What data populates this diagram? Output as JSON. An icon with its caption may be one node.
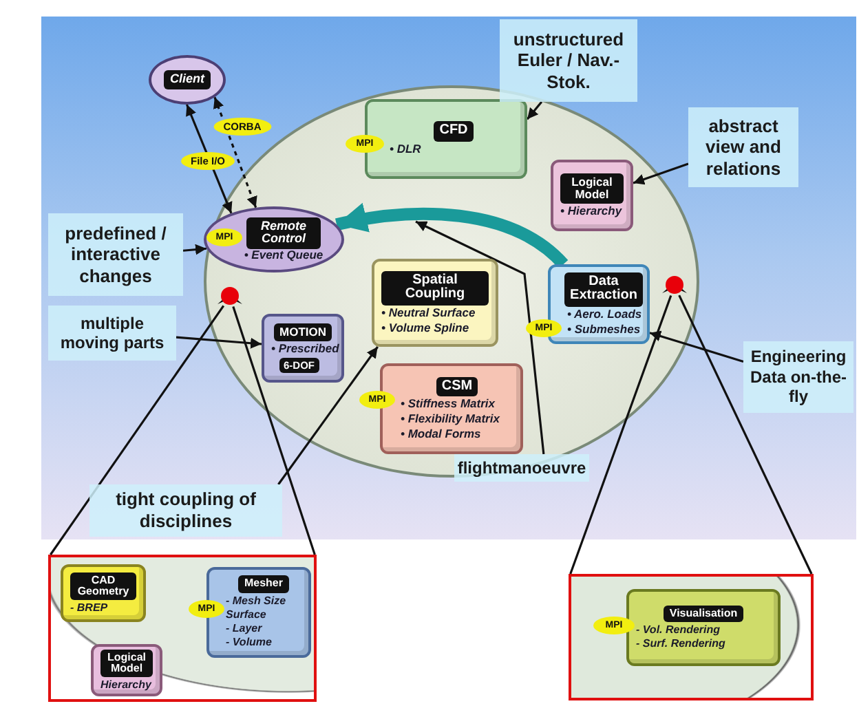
{
  "diagram": {
    "nodes": [
      {
        "text": [
          "Client"
        ]
      },
      {
        "text": [],
        "shape": "ellipse"
      },
      {
        "text": [
          "CFD",
          "• DLR"
        ],
        "in": 1
      },
      {
        "text": [
          "MPI"
        ],
        "in": 1
      },
      {
        "text": [
          "Logical Model",
          "• Hierarchy"
        ],
        "in": 1
      },
      {
        "text": [
          "Remote Control",
          "• Event Queue"
        ],
        "in": 1
      },
      {
        "text": [
          "MPI"
        ],
        "in": 5
      },
      {
        "text": [
          "Spatial Coupling",
          "• Neutral Surface",
          "• Volume Spline"
        ],
        "in": 1
      },
      {
        "text": [
          "Data Extraction",
          "• Aero. Loads",
          "• Submeshes"
        ],
        "in": 1
      },
      {
        "text": [
          "MPI"
        ],
        "in": 1
      },
      {
        "text": [
          "MOTION",
          "• Prescribed",
          "6-DOF"
        ],
        "in": 1
      },
      {
        "text": [
          "CSM",
          "• Stiffness Matrix",
          "• Flexibility Matrix",
          "• Modal Forms"
        ],
        "in": 1
      },
      {
        "text": [
          "MPI"
        ],
        "in": 1
      },
      {
        "text": [
          "unstructured Euler / Nav.-Stok."
        ]
      },
      {
        "text": [
          "abstract view and relations"
        ]
      },
      {
        "text": [
          "predefined / interactive changes"
        ]
      },
      {
        "text": [
          "multiple moving parts"
        ]
      },
      {
        "text": [
          "tight coupling of disciplines"
        ]
      },
      {
        "text": [
          "flightmanoeuvre"
        ]
      },
      {
        "text": [
          "Engineering Data on-the-fly"
        ]
      },
      {
        "text": [],
        "shape": "circle",
        "in": 1
      },
      {
        "text": [],
        "shape": "circle",
        "in": 1
      },
      {
        "text": [],
        "shape": "box"
      },
      {
        "text": [
          "CAD Geometry",
          "- BREP"
        ],
        "in": 22
      },
      {
        "text": [
          "Mesher",
          "- Mesh Size",
          "Surface",
          "- Layer",
          "- Volume"
        ],
        "in": 22
      },
      {
        "text": [
          "MPI"
        ],
        "in": 22
      },
      {
        "text": [
          "Logical Model",
          "Hierarchy"
        ],
        "in": 22
      },
      {
        "text": [],
        "shape": "box"
      },
      {
        "text": [
          "Visualisation",
          "- Vol. Rendering",
          "- Surf. Rendering"
        ],
        "in": 27
      },
      {
        "text": [
          "MPI"
        ],
        "in": 27
      }
    ],
    "edges": [
      {
        "from": 0,
        "to": 5,
        "arrow": "both",
        "label": "File I/O"
      },
      {
        "from": 0,
        "to": 5,
        "arrow": "both",
        "label": "CORBA",
        "style": "dashed"
      },
      {
        "from": 13,
        "to": 2,
        "arrow": "to"
      },
      {
        "from": 14,
        "to": 4,
        "arrow": "to"
      },
      {
        "from": 15,
        "to": 5,
        "arrow": "to"
      },
      {
        "from": 16,
        "to": 10,
        "arrow": "to"
      },
      {
        "from": 17,
        "to": 7,
        "arrow": "to"
      },
      {
        "from": 18,
        "to": null,
        "arrow": "to"
      },
      {
        "from": 19,
        "to": 8,
        "arrow": "to"
      },
      {
        "from": 8,
        "to": 5,
        "arrow": "to",
        "style": "thick",
        "color": "#1a9a9a"
      },
      {
        "from": 20,
        "to": 22,
        "arrow": "none"
      },
      {
        "from": 20,
        "to": 22,
        "arrow": "none"
      },
      {
        "from": 21,
        "to": 27,
        "arrow": "none"
      },
      {
        "from": 21,
        "to": 27,
        "arrow": "none"
      }
    ]
  }
}
